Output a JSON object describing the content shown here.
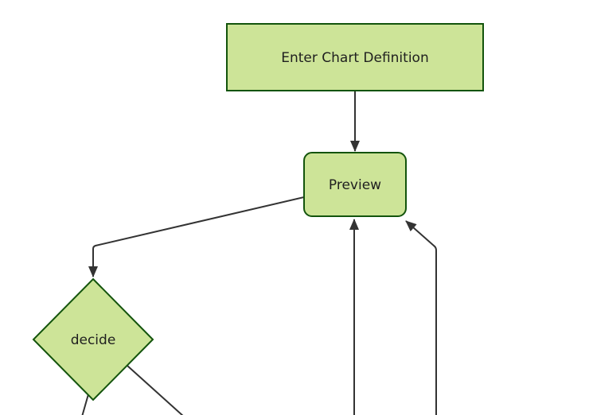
{
  "diagram": {
    "type": "flowchart",
    "direction": "top-down",
    "nodes": [
      {
        "id": "A",
        "label": "Enter Chart Definition",
        "shape": "rectangle"
      },
      {
        "id": "B",
        "label": "Preview",
        "shape": "rounded-rectangle"
      },
      {
        "id": "C",
        "label": "decide",
        "shape": "diamond"
      }
    ],
    "edges": [
      {
        "from": "A",
        "to": "B",
        "arrow": true
      },
      {
        "from": "B",
        "to": "C",
        "arrow": true
      },
      {
        "from": "C",
        "to": "offscreen-bottom-left",
        "arrow": false
      },
      {
        "from": "C",
        "to": "offscreen-bottom-right",
        "arrow": false
      },
      {
        "from": "offscreen-bottom-center",
        "to": "B",
        "arrow": true
      },
      {
        "from": "offscreen-bottom-right",
        "to": "B",
        "arrow": true
      }
    ]
  },
  "colors": {
    "background": "#ffffff",
    "node_fill": "#cde498",
    "node_border": "#13540c",
    "edge_line": "#333333",
    "arrowhead": "#333333",
    "text": "#1f1f1f"
  }
}
